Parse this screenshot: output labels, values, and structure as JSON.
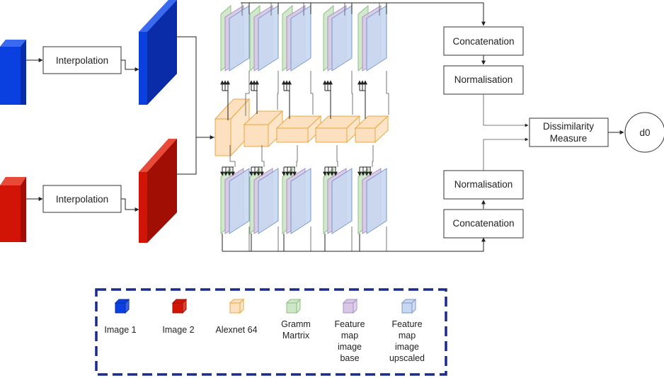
{
  "blocks": {
    "interp_top": "Interpolation",
    "interp_bottom": "Interpolation",
    "concat_top": "Concatenation",
    "norm_top": "Normalisation",
    "norm_bottom": "Normalisation",
    "concat_bottom": "Concatenation",
    "dissim_line1": "Dissimilarity",
    "dissim_line2": "Measure",
    "output": "d0"
  },
  "legend": {
    "image1": "Image 1",
    "image2": "Image 2",
    "alexnet": "Alexnet 64",
    "gramm_l1": "Gramm",
    "gramm_l2": "Martrix",
    "fbase_l1": "Feature",
    "fbase_l2": "map",
    "fbase_l3": "image",
    "fbase_l4": "base",
    "fup_l1": "Feature",
    "fup_l2": "map",
    "fup_l3": "image",
    "fup_l4": "upscaled"
  },
  "colors": {
    "image1": "#0a3fe0",
    "image2": "#d21406",
    "alexnet": "#fce0c0",
    "alexnet_stroke": "#e8a840",
    "gramm": "#cde6c8",
    "gramm_stroke": "#8cc080",
    "feature_base": "#d8c8e6",
    "feature_base_stroke": "#a890c4",
    "feature_upscaled": "#c8d8f0",
    "feature_upscaled_stroke": "#7898cc",
    "legend_border": "#1a2a8a"
  }
}
